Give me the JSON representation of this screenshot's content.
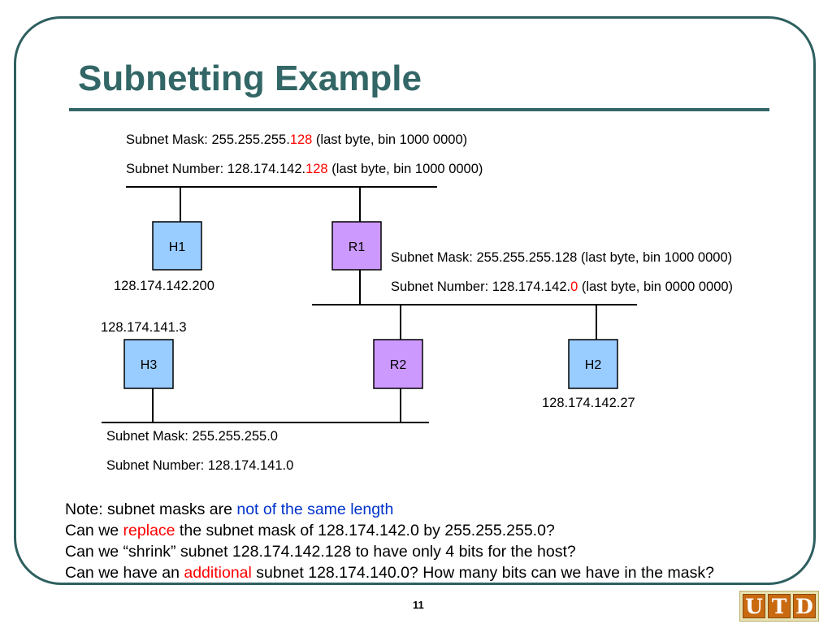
{
  "slide": {
    "title": "Subnetting Example",
    "page_number": "11"
  },
  "logo": {
    "letters": [
      "U",
      "T",
      "D"
    ]
  },
  "colors": {
    "title": "#336666",
    "host_box": "#99ccff",
    "router_box": "#cc99ff",
    "highlight_red": "#ff0000",
    "highlight_blue": "#0033cc"
  },
  "diagram": {
    "nodes": {
      "h1": {
        "label": "H1",
        "kind": "host"
      },
      "r1": {
        "label": "R1",
        "kind": "router"
      },
      "h3": {
        "label": "H3",
        "kind": "host"
      },
      "r2": {
        "label": "R2",
        "kind": "router"
      },
      "h2": {
        "label": "H2",
        "kind": "host"
      }
    },
    "addresses": {
      "h1": "128.174.142.200",
      "h3": "128.174.141.3",
      "h2": "128.174.142.27"
    },
    "top_subnet": {
      "mask_prefix": "Subnet Mask: 255.255.255.",
      "mask_highlight": "128",
      "mask_suffix": " (last byte, bin 1000 0000)",
      "number_prefix": "Subnet Number: 128.174.142.",
      "number_highlight": "128",
      "number_suffix": " (last byte, bin 1000 0000)"
    },
    "middle_subnet": {
      "mask": "Subnet Mask: 255.255.255.128 (last byte, bin 1000 0000)",
      "number_prefix": "Subnet Number: 128.174.142.",
      "number_highlight": "0",
      "number_suffix": " (last byte, bin 0000 0000)"
    },
    "bottom_subnet": {
      "mask": "Subnet Mask: 255.255.255.0",
      "number": "Subnet Number: 128.174.141.0"
    }
  },
  "notes": {
    "line1_prefix": "Note: subnet masks are ",
    "line1_highlight": "not of the same length",
    "line2_prefix": "Can we ",
    "line2_highlight": "replace",
    "line2_suffix": " the subnet mask of 128.174.142.0 by 255.255.255.0?",
    "line3": "Can we “shrink” subnet 128.174.142.128 to have only 4 bits for the host?",
    "line4_prefix": "Can we have an ",
    "line4_highlight": "additional",
    "line4_suffix": " subnet 128.174.140.0? How many bits can we have in the mask?"
  }
}
